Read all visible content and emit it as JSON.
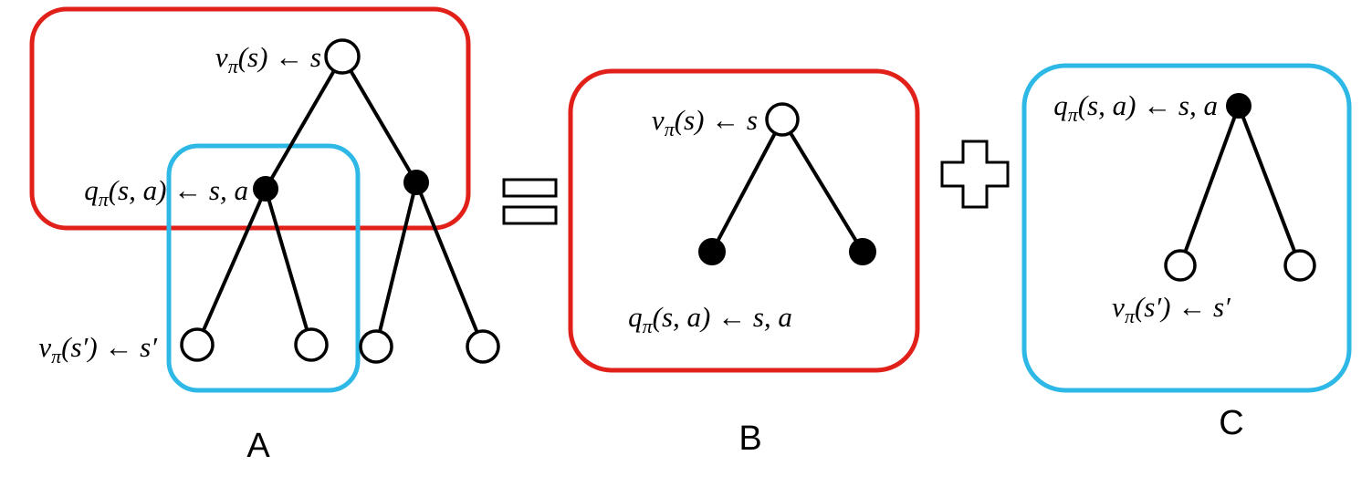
{
  "panels": {
    "a": {
      "label": "A",
      "root_label": {
        "base": "v",
        "sub": "π",
        "rest": "(s) ← s"
      },
      "action_label": {
        "base": "q",
        "sub": "π",
        "rest": "(s, a) ← s, a"
      },
      "leaf_label": {
        "base": "v",
        "sub": "π",
        "rest": "(s′) ← s′"
      }
    },
    "b": {
      "label": "B",
      "root_label": {
        "base": "v",
        "sub": "π",
        "rest": "(s) ← s"
      },
      "action_label": {
        "base": "q",
        "sub": "π",
        "rest": "(s, a) ← s, a"
      }
    },
    "c": {
      "label": "C",
      "root_label": {
        "base": "q",
        "sub": "π",
        "rest": "(s, a) ← s, a"
      },
      "leaf_label": {
        "base": "v",
        "sub": "π",
        "rest": "(s′) ← s′"
      }
    }
  },
  "operators": {
    "equals": "=",
    "plus": "+"
  },
  "colors": {
    "red_box": "#e02019",
    "cyan_box": "#2eb8e6",
    "node": "#000000",
    "background": "#ffffff"
  }
}
